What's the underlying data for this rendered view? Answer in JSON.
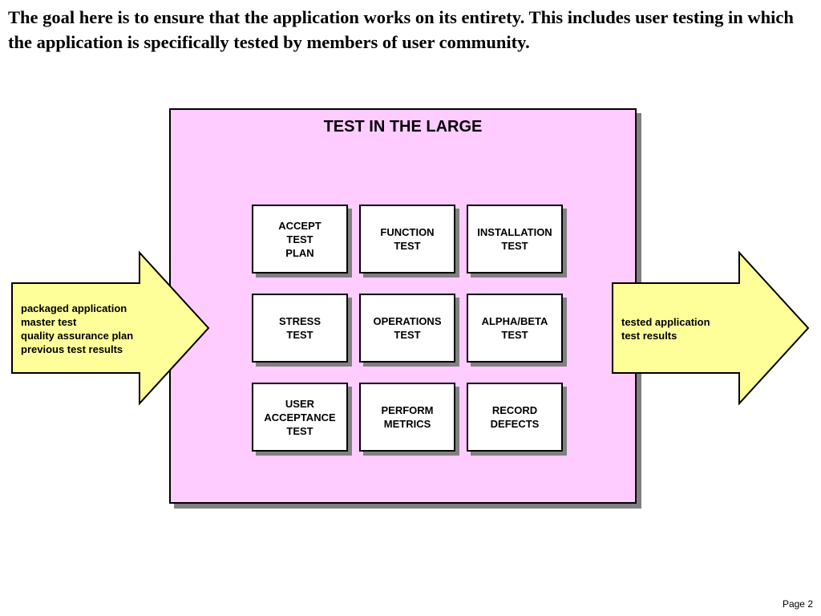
{
  "heading": "The goal here is to ensure that the application works on its entirety. This includes user testing in which the application is specifically tested by members of user community.",
  "diagram": {
    "title": "TEST IN THE LARGE",
    "cells": [
      "ACCEPT\nTEST\nPLAN",
      "FUNCTION\nTEST",
      "INSTALLATION\nTEST",
      "STRESS\nTEST",
      "OPERATIONS\nTEST",
      "ALPHA/BETA\nTEST",
      "USER\nACCEPTANCE\nTEST",
      "PERFORM\nMETRICS",
      "RECORD\nDEFECTS"
    ],
    "input_text": "packaged application\nmaster test\nquality assurance plan\nprevious test results",
    "output_text": "tested application\ntest results"
  },
  "colors": {
    "box_fill": "#ffccff",
    "arrow_fill": "#ffff99",
    "shadow": "#808080"
  },
  "page_label": "Page 2"
}
